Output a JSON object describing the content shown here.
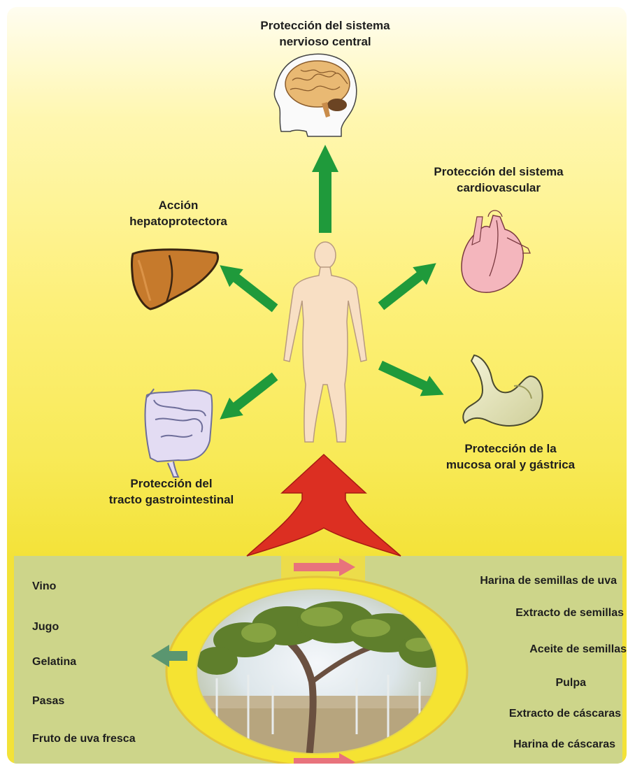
{
  "benefits": {
    "brain": {
      "line1": "Protección del sistema",
      "line2": "nervioso central",
      "icon": "brain-icon"
    },
    "heart": {
      "line1": "Protección del sistema",
      "line2": "cardiovascular",
      "icon": "heart-icon"
    },
    "liver": {
      "line1": "Acción",
      "line2": "hepatoprotectora",
      "icon": "liver-icon"
    },
    "stomach": {
      "line1": "Protección de la",
      "line2": "mucosa oral y gástrica",
      "icon": "stomach-icon"
    },
    "intestine": {
      "line1": "Protección del",
      "line2": "tracto gastrointestinal",
      "icon": "intestine-icon"
    }
  },
  "products_left": [
    "Vino",
    "Jugo",
    "Gelatina",
    "Pasas",
    "Fruto de uva fresca"
  ],
  "products_right": [
    "Harina de semillas de uva",
    "Extracto de semillas",
    "Aceite de semillas",
    "Pulpa",
    "Extracto de cáscaras",
    "Harina de cáscaras"
  ],
  "colors": {
    "arrow_green": "#1f9a3b",
    "arrow_red": "#dc2f22",
    "arrow_pink": "#e8737c",
    "panel_green": "#cdd58a",
    "body_skin": "#f8dfc4"
  }
}
